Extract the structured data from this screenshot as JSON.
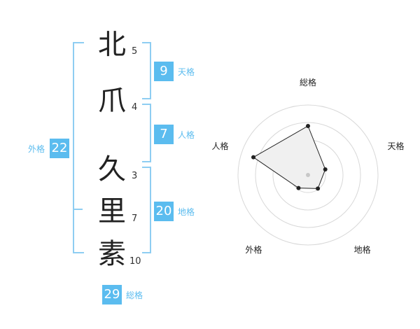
{
  "name": {
    "characters": [
      {
        "char": "北",
        "strokes": "5"
      },
      {
        "char": "爪",
        "strokes": "4"
      },
      {
        "char": "久",
        "strokes": "3"
      },
      {
        "char": "里",
        "strokes": "7"
      },
      {
        "char": "素",
        "strokes": "10"
      }
    ]
  },
  "fortunes": {
    "tenkaku": {
      "value": "9",
      "label": "天格"
    },
    "jinkaku": {
      "value": "7",
      "label": "人格"
    },
    "chikaku": {
      "value": "20",
      "label": "地格"
    },
    "gaikaku": {
      "value": "22",
      "label": "外格"
    },
    "soukaku": {
      "value": "29",
      "label": "総格"
    }
  },
  "chart_data": {
    "type": "radar",
    "axes": [
      "総格",
      "天格",
      "地格",
      "外格",
      "人格"
    ],
    "values": [
      0.7,
      0.26,
      0.24,
      0.23,
      0.82
    ],
    "rings": 4,
    "colors": {
      "fill": "#f0f0f0",
      "line": "#222222",
      "grid": "#d8d8d8",
      "point": "#222222",
      "center": "#c8c8c8"
    }
  }
}
